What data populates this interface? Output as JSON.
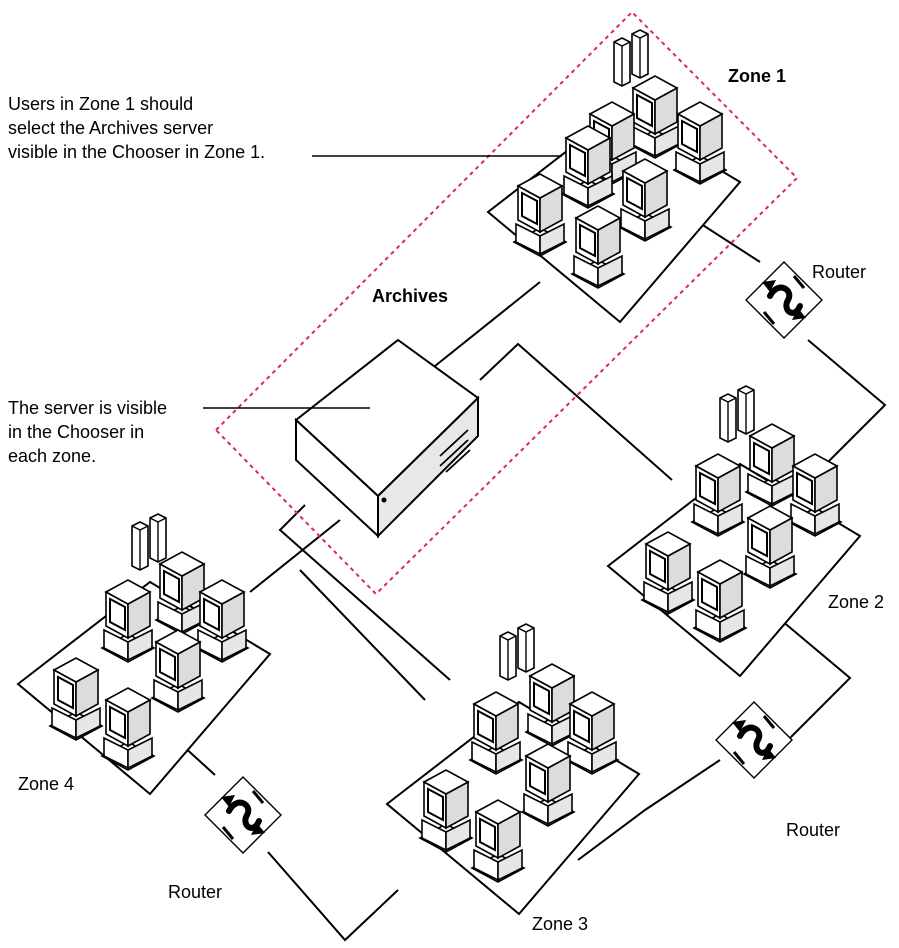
{
  "callouts": {
    "zone1_note": [
      "Users in Zone 1 should",
      "select the Archives server",
      "visible in the Chooser in Zone 1."
    ],
    "server_note": [
      "The server is visible",
      "in the Chooser in",
      "each zone."
    ]
  },
  "server": {
    "label": "Archives"
  },
  "zones": [
    {
      "id": "zone1",
      "label": "Zone 1",
      "emphasis": "bold"
    },
    {
      "id": "zone2",
      "label": "Zone 2"
    },
    {
      "id": "zone3",
      "label": "Zone 3"
    },
    {
      "id": "zone4",
      "label": "Zone 4"
    }
  ],
  "routers": [
    {
      "id": "router-1",
      "label": "Router"
    },
    {
      "id": "router-2",
      "label": "Router"
    },
    {
      "id": "router-3",
      "label": "Router"
    }
  ],
  "colors": {
    "zone_highlight": "#e0207a",
    "ink": "#000000",
    "paper": "#ffffff"
  }
}
